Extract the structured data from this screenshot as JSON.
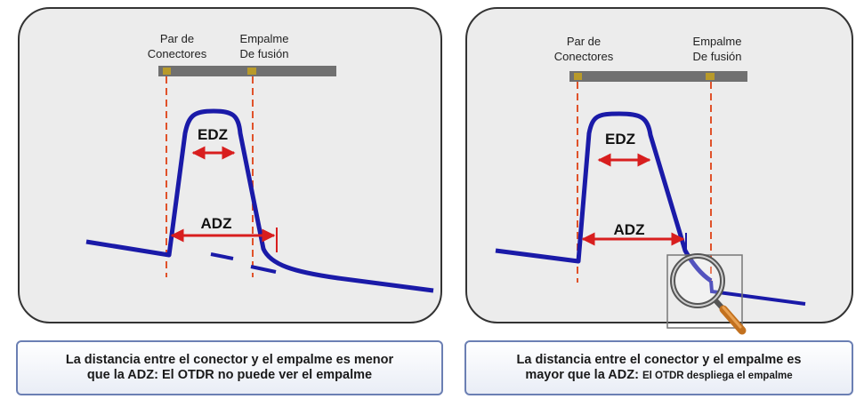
{
  "left": {
    "connector_label_line1": "Par de",
    "connector_label_line2": "Conectores",
    "splice_label_line1": "Empalme",
    "splice_label_line2": "De fusión",
    "edz_label": "EDZ",
    "adz_label": "ADZ",
    "caption_line1": "La distancia entre el conector y el empalme es menor",
    "caption_line2": "que la ADZ: El OTDR no puede ver el empalme"
  },
  "right": {
    "connector_label_line1": "Par de",
    "connector_label_line2": "Conectores",
    "splice_label_line1": "Empalme",
    "splice_label_line2": "De fusión",
    "edz_label": "EDZ",
    "adz_label": "ADZ",
    "caption_line1": "La distancia entre el conector y el empalme es",
    "caption_line2_main": "mayor que la ADZ: ",
    "caption_line2_small": "El OTDR despliega el empalme"
  },
  "colors": {
    "trace": "#1a1aa8",
    "marker": "#e0522a",
    "arrow": "#d81e1e",
    "fiber": "#707070"
  }
}
